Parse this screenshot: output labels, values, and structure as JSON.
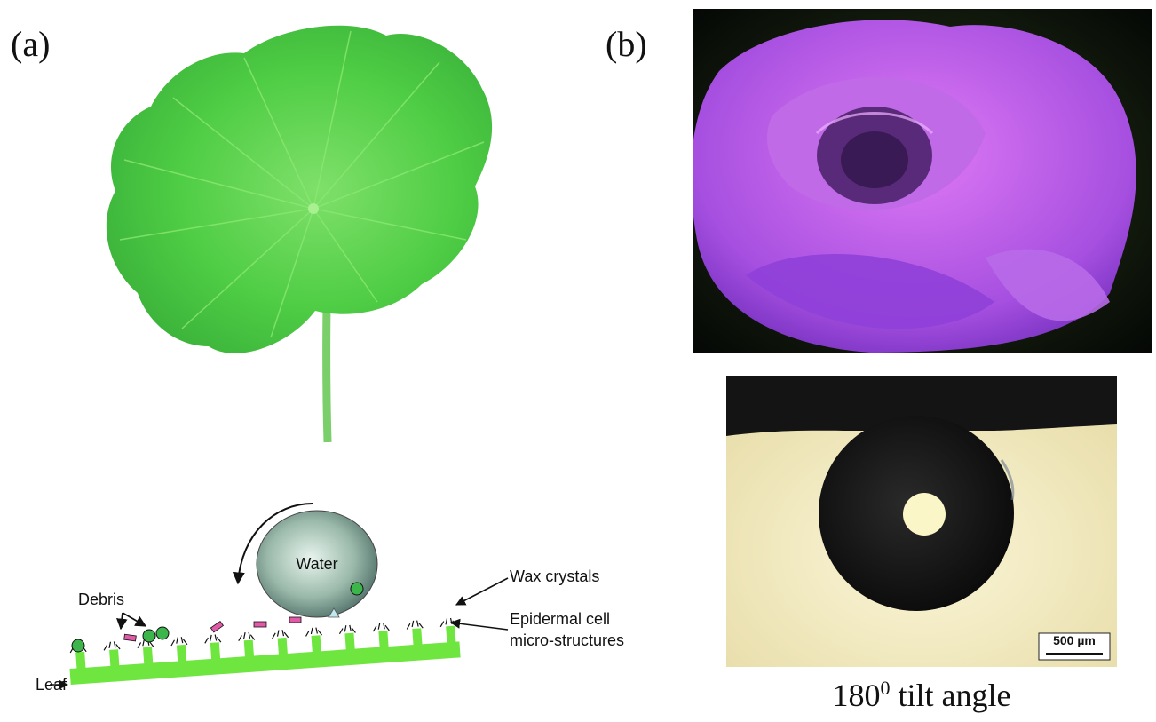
{
  "panels": {
    "a": {
      "label": "(a)"
    },
    "b": {
      "label": "(b)"
    }
  },
  "diagram": {
    "water_label": "Water",
    "debris_label": "Debris",
    "wax_label": "Wax crystals",
    "epidermal_label_line1": "Epidermal cell",
    "epidermal_label_line2": "micro-structures",
    "leaf_label": "Leaf"
  },
  "droplet_image": {
    "scale_bar_label": "500 µm"
  },
  "caption": {
    "value": "180",
    "superscript": "0",
    "text": " tilt angle"
  },
  "colors": {
    "leaf_green": "#55d24a",
    "diagram_leaf": "#6ee63f",
    "rose_purple": "#b24ee0",
    "debris_pink": "#e05aa8",
    "debris_green": "#3cb54a"
  },
  "icons": [
    "lotus-leaf-photo",
    "rose-photo",
    "water-droplet-photo"
  ]
}
